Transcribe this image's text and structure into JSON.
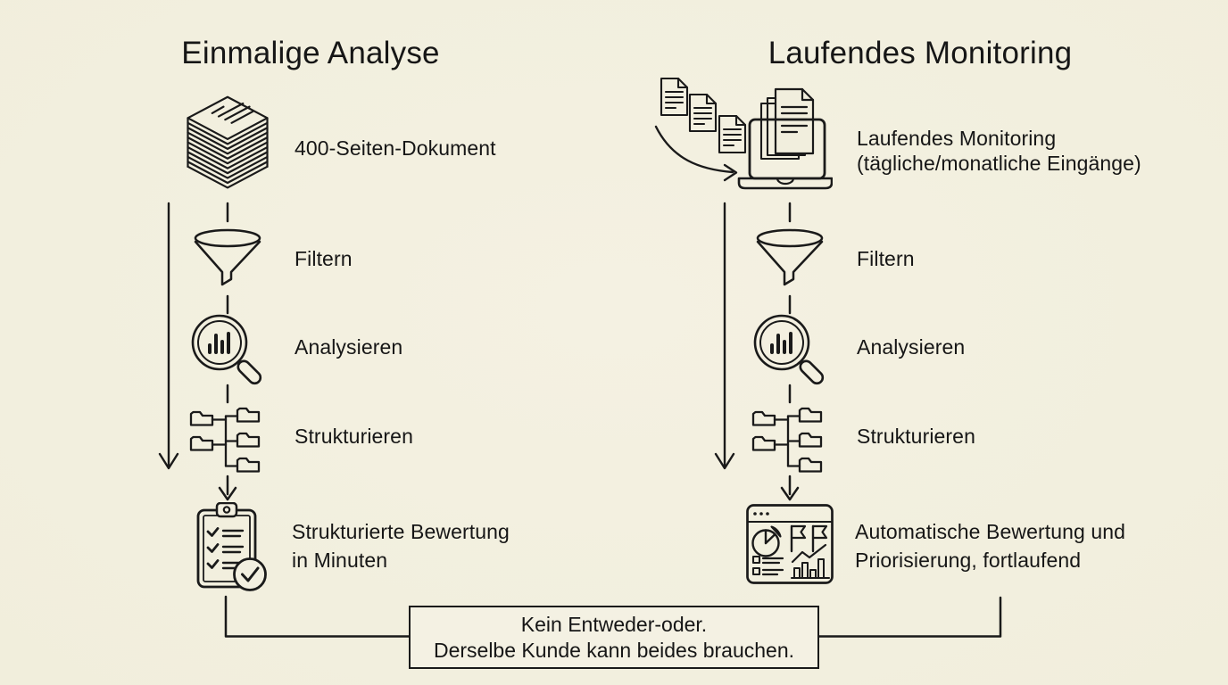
{
  "colors": {
    "background": "#f2efe0",
    "ink": "#1a1a1a",
    "box_background": "#f4f1e3"
  },
  "columns": [
    {
      "title": "Einmalige Analyse",
      "steps": [
        {
          "icon": "paper-stack-icon",
          "label": "400-Seiten-Dokument"
        },
        {
          "icon": "funnel-icon",
          "label": "Filtern"
        },
        {
          "icon": "magnifier-chart-icon",
          "label": "Analysieren"
        },
        {
          "icon": "folder-tree-icon",
          "label": "Strukturieren"
        },
        {
          "icon": "clipboard-check-icon",
          "label": "Strukturierte Bewertung\nin Minuten"
        }
      ]
    },
    {
      "title": "Laufendes Monitoring",
      "steps": [
        {
          "icon": "docs-to-laptop-icon",
          "label": "Laufendes Monitoring\n(tägliche/monatliche Eingänge)"
        },
        {
          "icon": "funnel-icon",
          "label": "Filtern"
        },
        {
          "icon": "magnifier-chart-icon",
          "label": "Analysieren"
        },
        {
          "icon": "folder-tree-icon",
          "label": "Strukturieren"
        },
        {
          "icon": "dashboard-icon",
          "label": "Automatische Bewertung und\nPriorisierung, fortlaufend"
        }
      ]
    }
  ],
  "footer_box": {
    "line1": "Kein Entweder-oder.",
    "line2": "Derselbe Kunde kann beides brauchen."
  }
}
